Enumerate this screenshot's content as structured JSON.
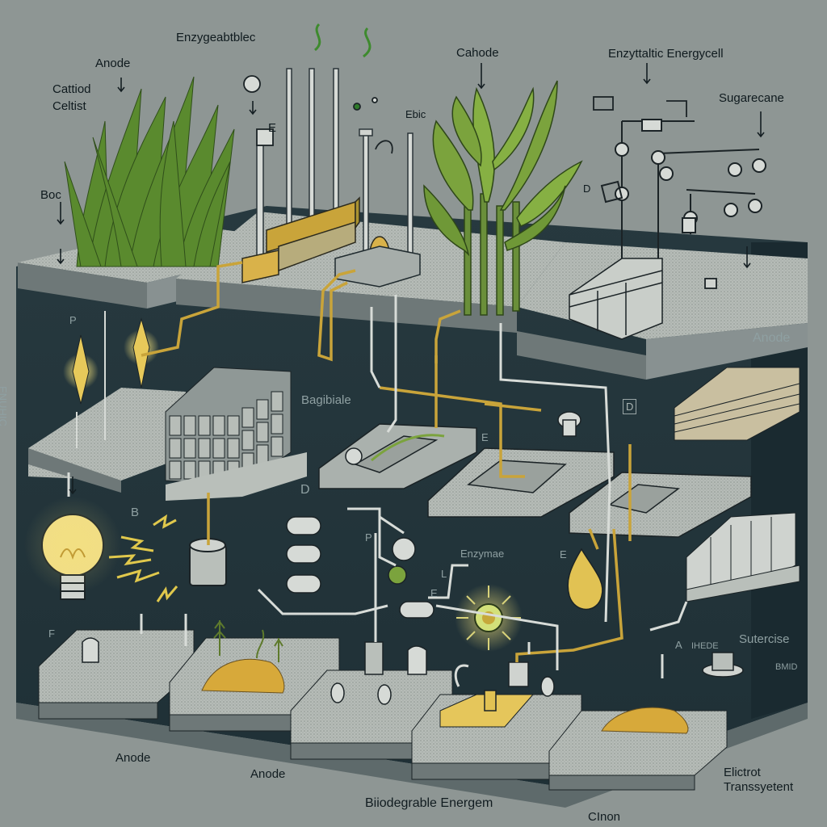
{
  "labels": {
    "anode_top": "Anode",
    "cattiod_celtist": "Cattiod\nCeltist",
    "enzygeable": "Enzygeabtblec",
    "cahode": "Cahode",
    "enzymatic_cell": "Enzyttaltic Energycell",
    "sugarecane": "Sugarecane",
    "boc": "Boc",
    "e_small": "E",
    "ebic": "Ebic",
    "d_left": "D",
    "anode_right": "Anode",
    "enuhic_side": "ENUHIC",
    "p_left": "P",
    "bagibiale": "Bagibiale",
    "d_box": "D",
    "e_mid": "E",
    "d_mid": "D",
    "b_left": "B",
    "p_mid": "P",
    "enzymae": "Enzymae",
    "l_mid": "L",
    "e_mid2": "E",
    "e_right": "E",
    "e_left_bottom": "F",
    "sutercise": "Sutercise",
    "a_right": "A",
    "ihede": "IHEDE",
    "bmid": "BMID",
    "anode_bottom_left": "Anode",
    "anode_bottom_mid": "Anode",
    "biodegradable": "Biiodegrable Energem",
    "elictrot": "Elictrot\nTranssyetent",
    "cinon": "CInon"
  },
  "colors": {
    "background": "#8e9694",
    "panel": "#24373d",
    "slab_top": "#b9bfba",
    "slab_side": "#6f7979",
    "grass": "#5a8a2e",
    "wire": "#c9a43a",
    "white_wire": "#d8dcd8",
    "gold": "#d9b24a"
  },
  "icons": [
    "lightbulb-icon",
    "spark-icon",
    "plant-icon",
    "battery-stack-icon",
    "coin-pile-icon",
    "droplet-icon",
    "electrode-icon"
  ]
}
